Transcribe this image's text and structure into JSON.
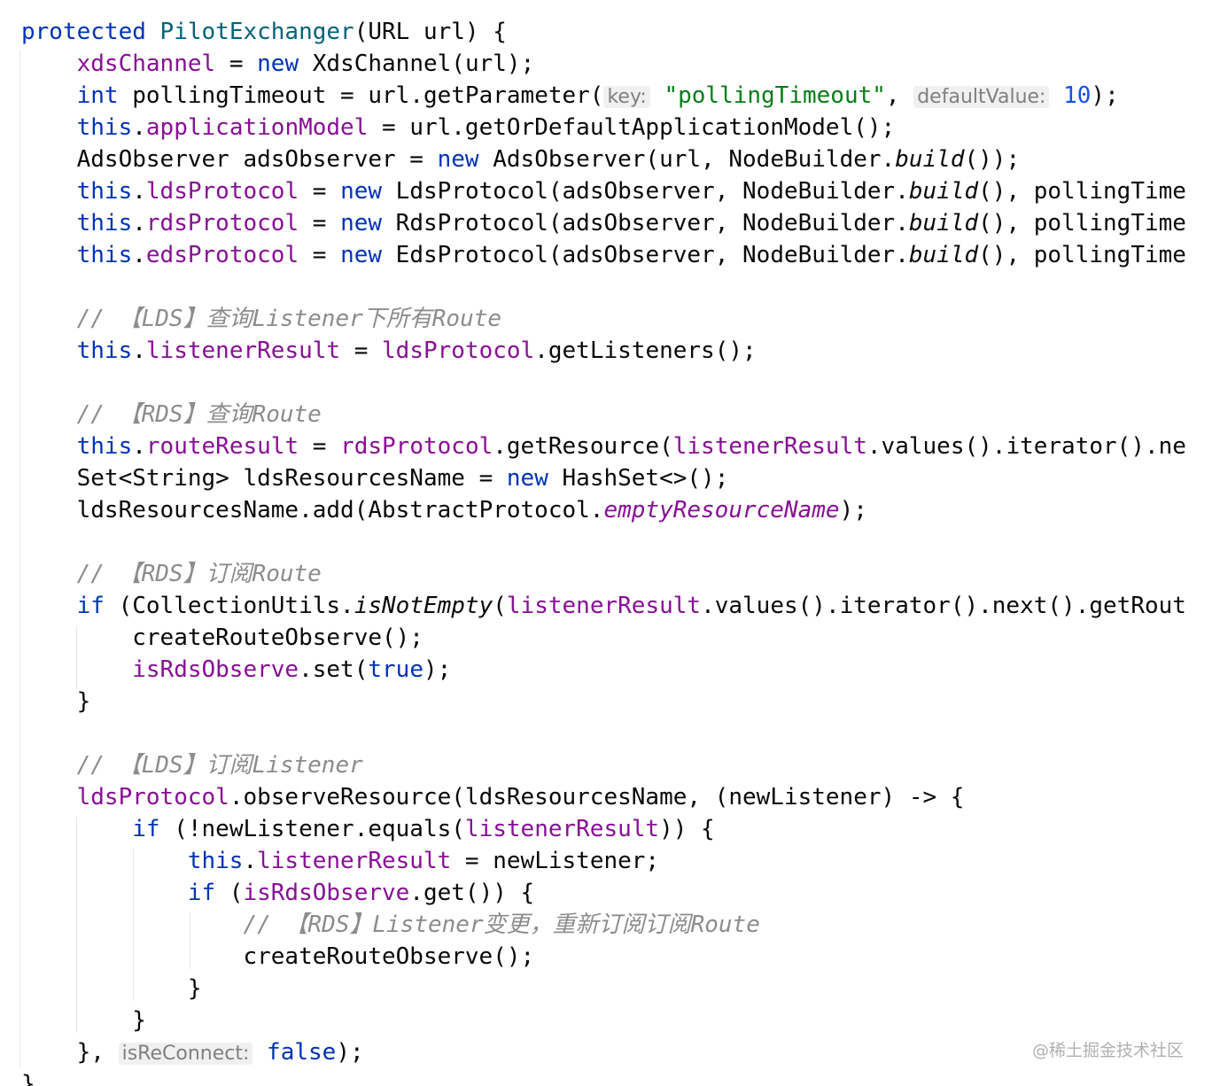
{
  "code": {
    "l1": {
      "a": "protected ",
      "b": "PilotExchanger",
      "c": "(URL url) {"
    },
    "l2": {
      "a": "xdsChannel",
      "b": " = ",
      "c": "new",
      "d": " XdsChannel(url);"
    },
    "l3": {
      "a": "int",
      "b": " pollingTimeout = url.getParameter(",
      "h1": "key:",
      "s": "\"pollingTimeout\"",
      "c": ", ",
      "h2": "defaultValue:",
      "n": "10",
      "d": ");"
    },
    "l4": {
      "a": "this",
      "b": ".",
      "c": "applicationModel",
      "d": " = url.getOrDefaultApplicationModel();"
    },
    "l5": {
      "a": "AdsObserver adsObserver = ",
      "b": "new",
      "c": " AdsObserver(url, NodeBuilder.",
      "d": "build",
      "e": "());"
    },
    "l6": {
      "a": "this",
      "b": ".",
      "c": "ldsProtocol",
      "d": " = ",
      "e": "new",
      "f": " LdsProtocol(adsObserver, NodeBuilder.",
      "g": "build",
      "h": "(), pollingTime"
    },
    "l7": {
      "a": "this",
      "b": ".",
      "c": "rdsProtocol",
      "d": " = ",
      "e": "new",
      "f": " RdsProtocol(adsObserver, NodeBuilder.",
      "g": "build",
      "h": "(), pollingTime"
    },
    "l8": {
      "a": "this",
      "b": ".",
      "c": "edsProtocol",
      "d": " = ",
      "e": "new",
      "f": " EdsProtocol(adsObserver, NodeBuilder.",
      "g": "build",
      "h": "(), pollingTime"
    },
    "l10": {
      "a": "// 【LDS】查询Listener下所有Route"
    },
    "l11": {
      "a": "this",
      "b": ".",
      "c": "listenerResult",
      "d": " = ",
      "e": "ldsProtocol",
      "f": ".getListeners();"
    },
    "l13": {
      "a": "// 【RDS】查询Route"
    },
    "l14": {
      "a": "this",
      "b": ".",
      "c": "routeResult",
      "d": " = ",
      "e": "rdsProtocol",
      "f": ".getResource(",
      "g": "listenerResult",
      "h": ".values().iterator().ne"
    },
    "l15": {
      "a": "Set<String> ldsResourcesName = ",
      "b": "new",
      "c": " HashSet<>();"
    },
    "l16": {
      "a": "ldsResourcesName.add(AbstractProtocol.",
      "b": "emptyResourceName",
      "c": ");"
    },
    "l18": {
      "a": "// 【RDS】订阅Route"
    },
    "l19": {
      "a": "if",
      "b": " (CollectionUtils.",
      "c": "isNotEmpty",
      "d": "(",
      "e": "listenerResult",
      "f": ".values().iterator().next().getRout"
    },
    "l20": {
      "a": "createRouteObserve();"
    },
    "l21": {
      "a": "isRdsObserve",
      "b": ".set(",
      "c": "true",
      "d": ");"
    },
    "l22": {
      "a": "}"
    },
    "l24": {
      "a": "// 【LDS】订阅Listener"
    },
    "l25": {
      "a": "ldsProtocol",
      "b": ".observeResource(ldsResourcesName, (newListener) -> {"
    },
    "l26": {
      "a": "if",
      "b": " (!newListener.equals(",
      "c": "listenerResult",
      "d": ")) {"
    },
    "l27": {
      "a": "this",
      "b": ".",
      "c": "listenerResult",
      "d": " = newListener;"
    },
    "l28": {
      "a": "if",
      "b": " (",
      "c": "isRdsObserve",
      "d": ".get()) {"
    },
    "l29": {
      "a": "// 【RDS】Listener变更，重新订阅订阅Route"
    },
    "l30": {
      "a": "createRouteObserve();"
    },
    "l31": {
      "a": "}"
    },
    "l32": {
      "a": "}"
    },
    "l33": {
      "a": "}, ",
      "h": "isReConnect:",
      "b": "false",
      "c": ");"
    },
    "l34": {
      "a": "}"
    }
  },
  "watermark": "@稀土掘金技术社区",
  "colors": {
    "keyword": "#0033b3",
    "field": "#871094",
    "method_decl": "#00627a",
    "string": "#067d17",
    "number": "#1750eb",
    "comment": "#8c8c8c",
    "hint_bg": "#f0f0f0"
  }
}
